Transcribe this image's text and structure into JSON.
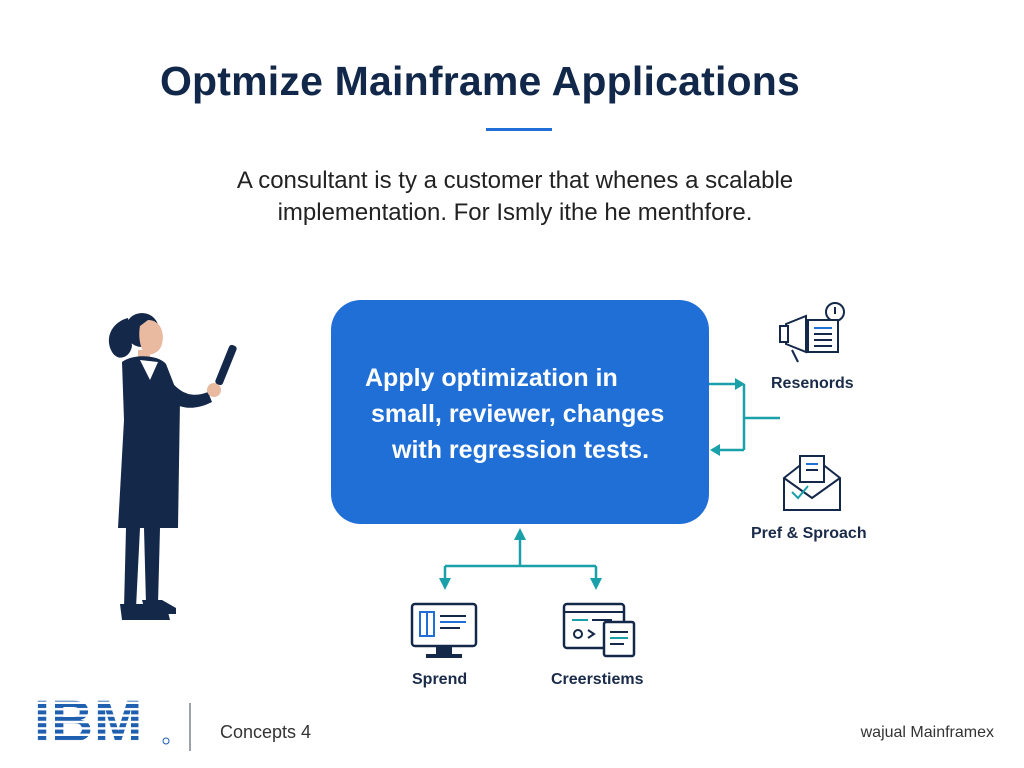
{
  "header": {
    "title": "Optmize Mainframe Applications",
    "subtitle_line1": "A consultant is ty a customer that whenes a scalable",
    "subtitle_line2": "implementation. For Ismly ithe he menthfore."
  },
  "diagram": {
    "center_lines": [
      "Apply optimization in",
      "small, reviewer, changes",
      "with regression tests."
    ],
    "nodes": {
      "top_right": "Resenords",
      "mid_right": "Pref & Sproach",
      "bottom_left": "Sprend",
      "bottom_right": "Creerstiems"
    }
  },
  "footer": {
    "brand": "IBM",
    "concepts": "Concepts 4",
    "right_text": "wajual Mainframex"
  },
  "colors": {
    "primary_blue": "#1f6fd6",
    "navy": "#12284a",
    "teal_connector": "#1aa0a8"
  }
}
